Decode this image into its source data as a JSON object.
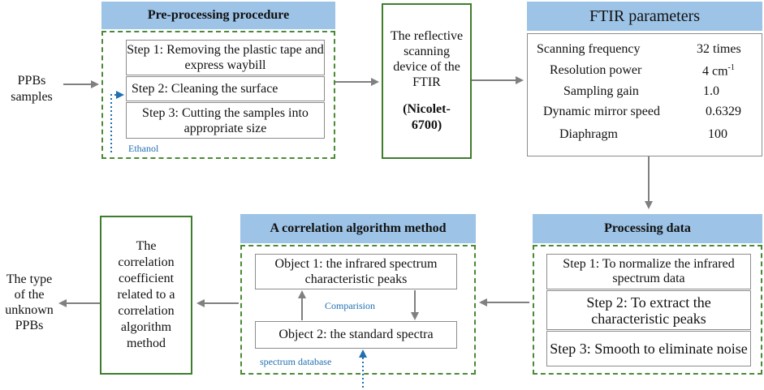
{
  "preprocessing": {
    "title": "Pre-processing  procedure",
    "step1": "Step 1:  Removing  the plastic tape and express waybill",
    "step2": "Step 2:  Cleaning the surface",
    "step3": "Step 3:  Cutting the samples into appropriate size",
    "ethanol": "Ethanol"
  },
  "input_label": "PPBs samples",
  "device": {
    "text": "The reflective scanning device of the FTIR",
    "model": "(Nicolet-6700)"
  },
  "ftir": {
    "title": "FTIR parameters",
    "params": [
      {
        "name": "Scanning frequency",
        "value": "32 times"
      },
      {
        "name": "Resolution power",
        "value": "4 cm"
      },
      {
        "name": "Sampling gain",
        "value": "1.0"
      },
      {
        "name": "Dynamic mirror speed",
        "value": "0.6329"
      },
      {
        "name": "Diaphragm",
        "value": "100"
      }
    ],
    "resolution_sup": "-1"
  },
  "processing": {
    "title": "Processing  data",
    "step1": "Step 1:  To normalize the infrared spectrum data",
    "step2": "Step 2:  To extract the characteristic peaks",
    "step3": "Step 3:  Smooth to eliminate noise"
  },
  "correlation": {
    "title": "A correlation algorithm method",
    "object1": "Object 1:   the infrared spectrum characteristic peaks",
    "comparison": "Comparision",
    "object2": "Object 2:  the standard spectra",
    "database": "spectrum database"
  },
  "coefficient_text": "The correlation coefficient related to a correlation algorithm method",
  "output_label": "The type of the unknown PPBs",
  "colors": {
    "title_bar": "#9dc3e6",
    "green_border": "#4a8a34",
    "arrow_gray": "#808080",
    "blue_dotted": "#1f6fb2"
  }
}
